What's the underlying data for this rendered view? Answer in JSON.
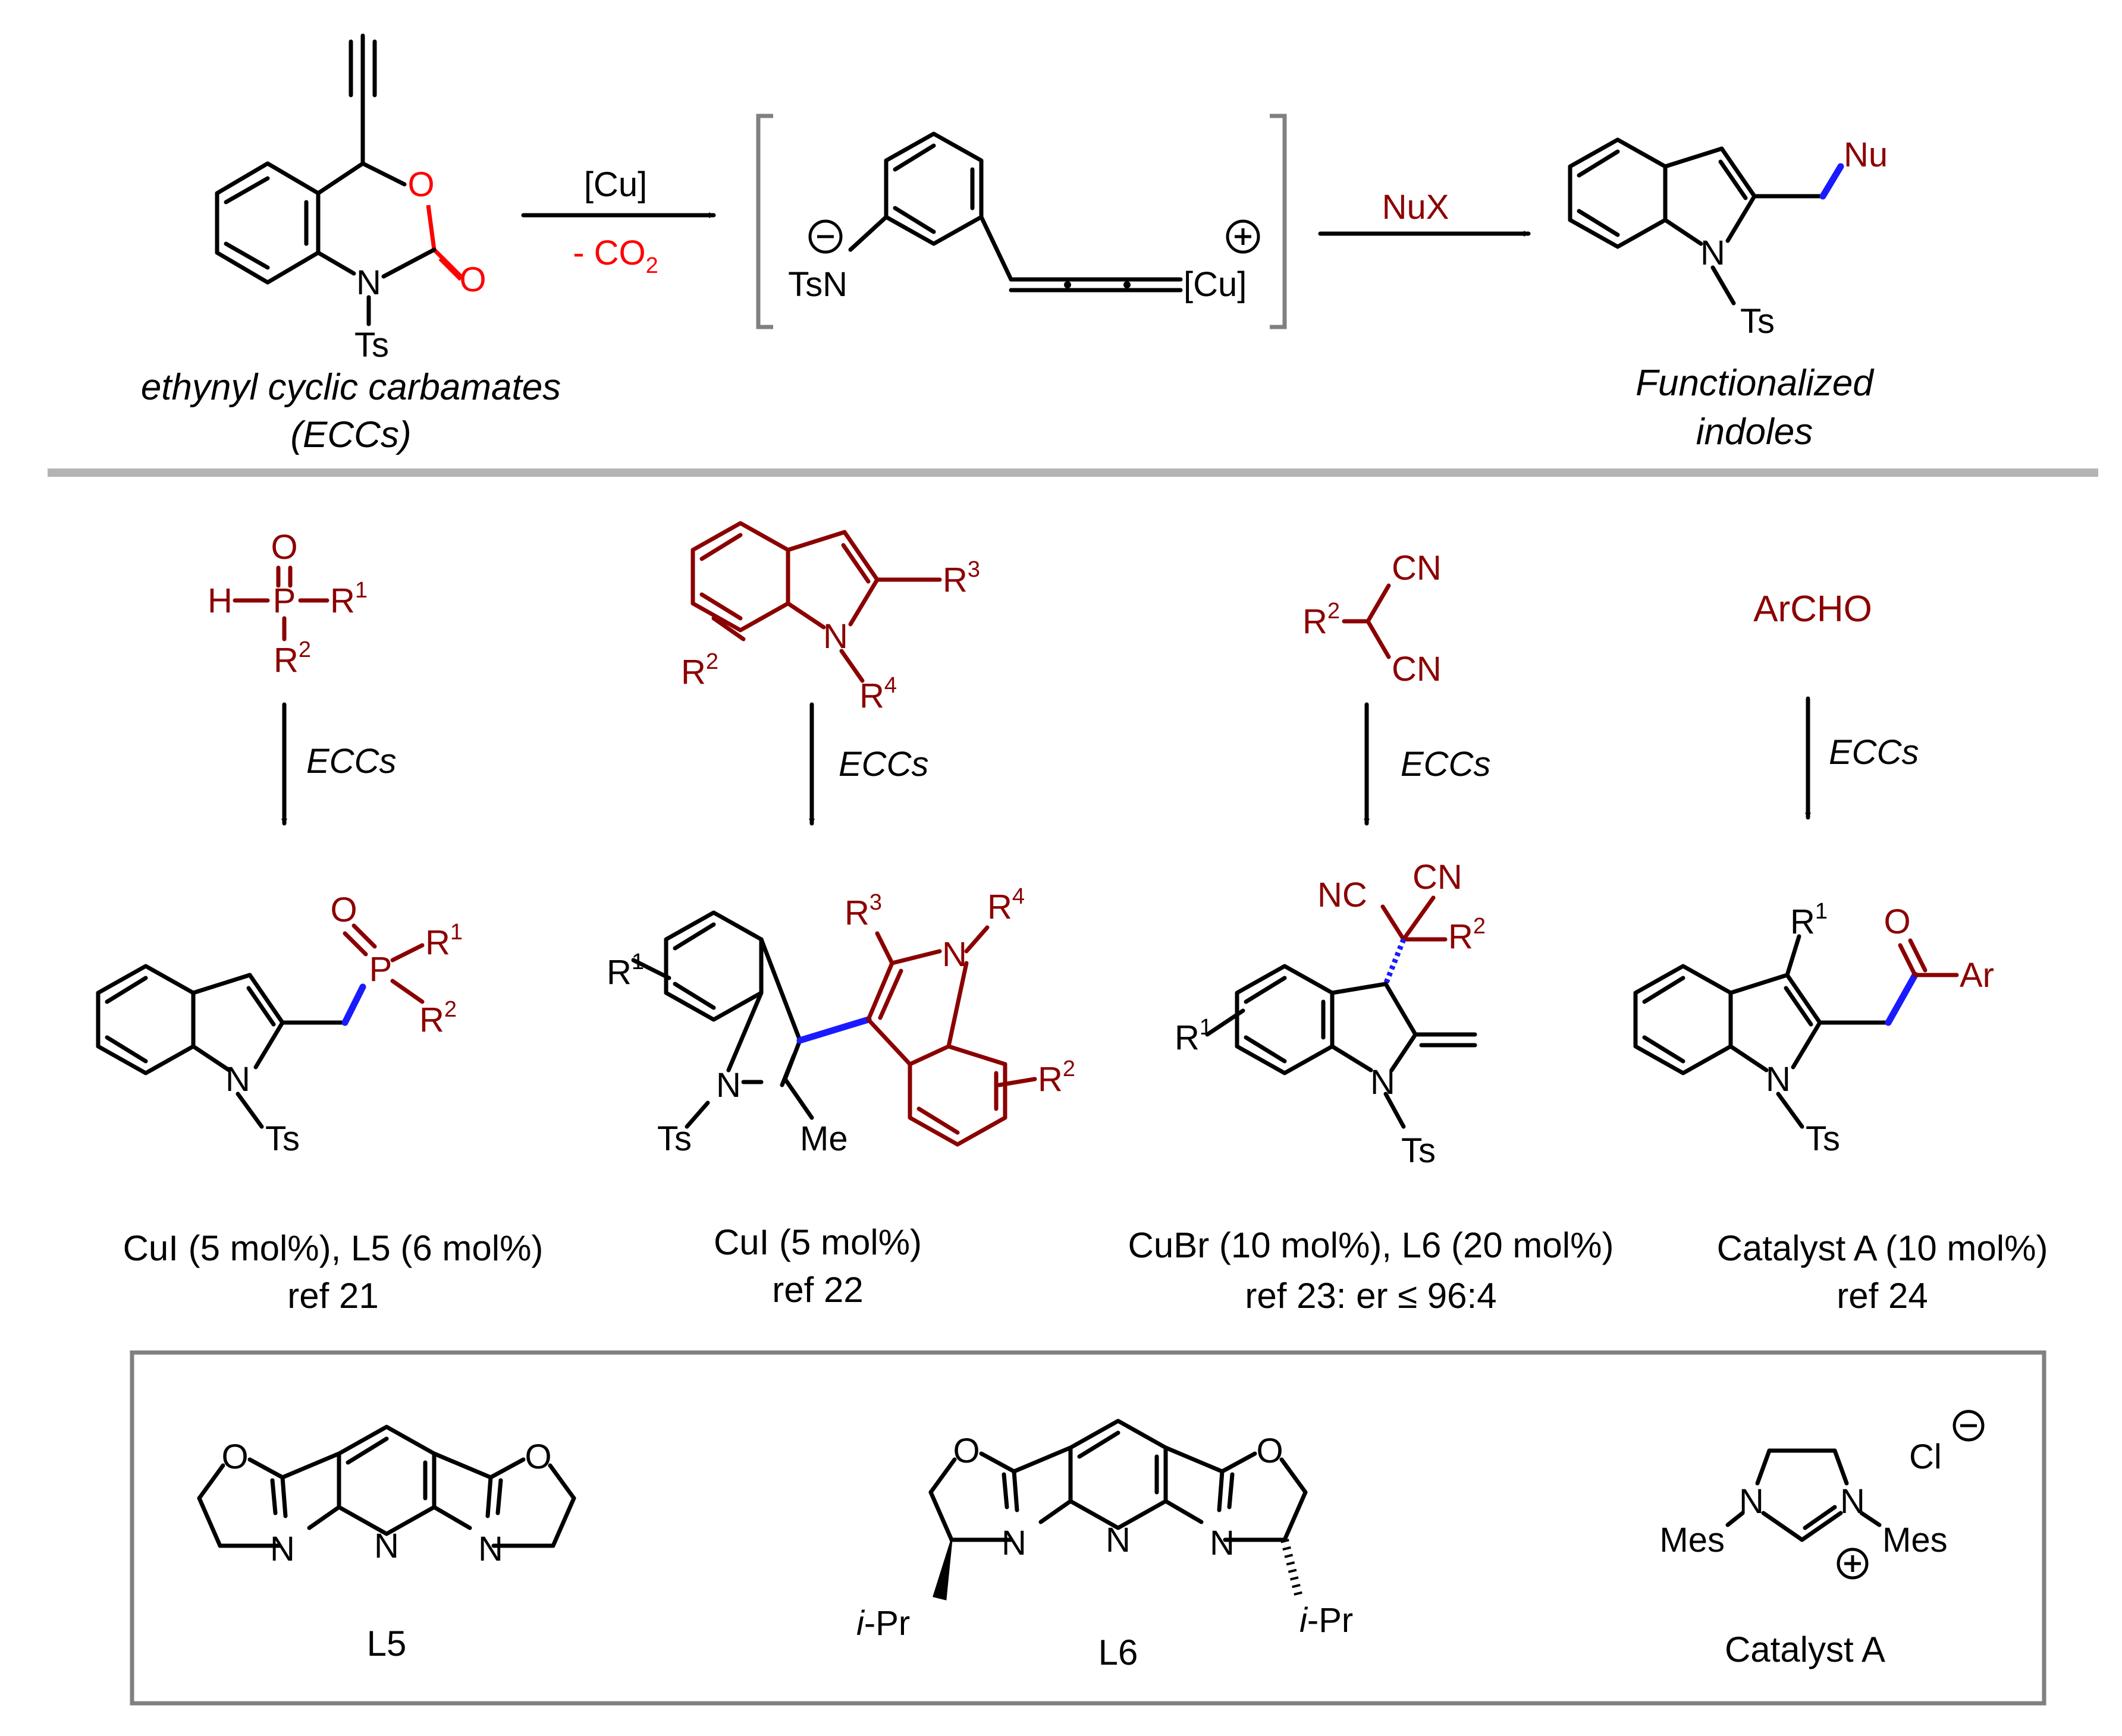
{
  "top": {
    "catalyst_label": "[Cu]",
    "co2_label": "- CO",
    "co2_sub": "2",
    "nucleophile_label": "NuX",
    "ecc_line1": "ethynyl cyclic carbamates",
    "ecc_line2": "(ECCs)",
    "product_line1": "Functionalized",
    "product_line2": "indoles",
    "ts": "Ts",
    "n": "N",
    "o": "O",
    "nu": "Nu",
    "tsn": "TsN",
    "cu": "[Cu]"
  },
  "reactions": [
    {
      "reagent_label": "ECCs",
      "cond1": "CuI (5 mol%), L5 (6 mol%)",
      "cond2": "ref 21"
    },
    {
      "reagent_label": "ECCs",
      "cond1": "CuI (5 mol%)",
      "cond2": "ref 22"
    },
    {
      "reagent_label": "ECCs",
      "cond1": "CuBr (10 mol%), L6 (20 mol%)",
      "cond2": "ref 23: er ≤ 96:4"
    },
    {
      "reagent_label": "ECCs",
      "cond1": "Catalyst A (10 mol%)",
      "cond2": "ref 24"
    }
  ],
  "labels": {
    "H": "H",
    "P": "P",
    "R": "R",
    "sup1": "1",
    "sup2": "2",
    "sup3": "3",
    "sup4": "4",
    "CN": "CN",
    "NC": "NC",
    "ArCHO": "ArCHO",
    "Me": "Me",
    "Ar": "Ar",
    "O": "O",
    "N": "N",
    "Ts": "Ts"
  },
  "ligands": {
    "l5": "L5",
    "l6": "L6",
    "catA": "Catalyst A",
    "ipr_italic": "i",
    "ipr_rest": "-Pr",
    "mes": "Mes",
    "cl": "Cl"
  },
  "colors": {
    "nucleophile_fragment": "#8b0000",
    "new_bond": "#1a1aff",
    "carbamate": "#ff0000",
    "divider": "#b4b4b4",
    "box_border": "#808080"
  }
}
